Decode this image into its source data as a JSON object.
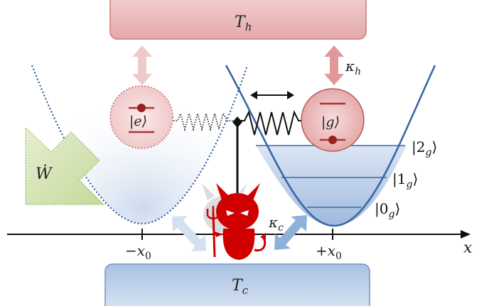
{
  "reservoirs": {
    "hot": {
      "symbol": "T",
      "subscript": "h",
      "color": "#e8b4b4"
    },
    "cold": {
      "symbol": "T",
      "subscript": "c",
      "color": "#b8cde6"
    }
  },
  "couplings": {
    "hot": {
      "symbol": "κ",
      "subscript": "h"
    },
    "cold": {
      "symbol": "κ",
      "subscript": "c"
    }
  },
  "states": {
    "excited": {
      "label": "|e⟩"
    },
    "ground": {
      "label": "|g⟩"
    }
  },
  "levels": [
    {
      "pre": "|2",
      "sub": "g",
      "post": "⟩"
    },
    {
      "pre": "|1",
      "sub": "g",
      "post": "⟩"
    },
    {
      "pre": "|0",
      "sub": "g",
      "post": "⟩"
    }
  ],
  "axis": {
    "label": "x",
    "tick_left": {
      "sign": "−",
      "symbol": "x",
      "subscript": "0"
    },
    "tick_right": {
      "sign": "+",
      "symbol": "x",
      "subscript": "0"
    }
  },
  "work": {
    "symbol": "Ẇ"
  },
  "colors": {
    "hot_box": "#e9b7b7",
    "cold_box": "#b9cfe7",
    "well_fill": "#c9d9ee",
    "well_line": "#3a66a8",
    "demon": "#d10000",
    "work_arrow": "#cfe0a8"
  }
}
